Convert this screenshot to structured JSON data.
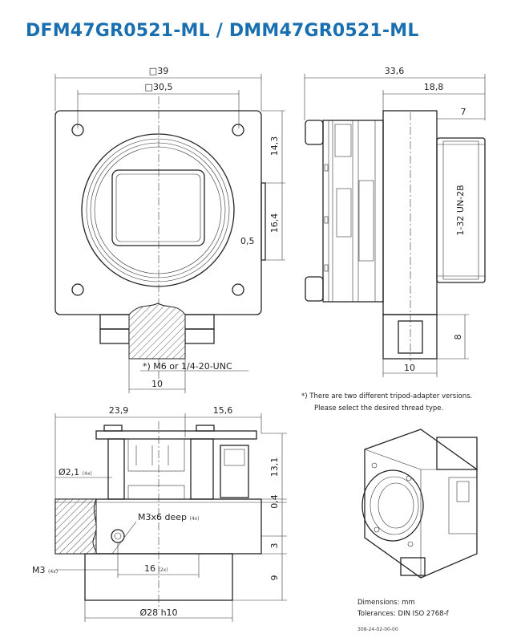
{
  "title": "DFM47GR0521-ML / DMM47GR0521-ML",
  "front_view": {
    "dim_outer": "39",
    "dim_inner": "30,5",
    "dim_right_top": "14,3",
    "dim_right_mid": "16,4",
    "dim_offset": "0,5",
    "thread_note": "*) M6 or 1/4-20-UNC",
    "dim_bottom": "10"
  },
  "side_view": {
    "dim_total": "33,6",
    "dim_body": "18,8",
    "dim_lens": "7",
    "thread_label": "1-32 UN-2B",
    "dim_adapter_height": "8",
    "dim_adapter_width": "10"
  },
  "notes": {
    "line1": "*) There are two different tripod-adapter versions.",
    "line2": "Please select the desired thread type."
  },
  "bottom_view": {
    "dim_left": "23,9",
    "dim_right": "15,6",
    "hole_dia": "Ø2,1",
    "hole_count": "(4x)",
    "dim_height": "13,1",
    "dim_step": "0,4",
    "tap_label": "M3x6 deep",
    "tap_count": "(4x)",
    "dim_3": "3",
    "thread_m3": "M3",
    "thread_m3_count": "(4x)",
    "spacing": "16",
    "spacing_count": "(2x)",
    "dim_9": "9",
    "lens_dia": "Ø28 h10"
  },
  "footer": {
    "dimensions": "Dimensions: mm",
    "tolerances": "Tolerances: DIN ISO 2768-f",
    "code": "308-24-02-00-00"
  }
}
